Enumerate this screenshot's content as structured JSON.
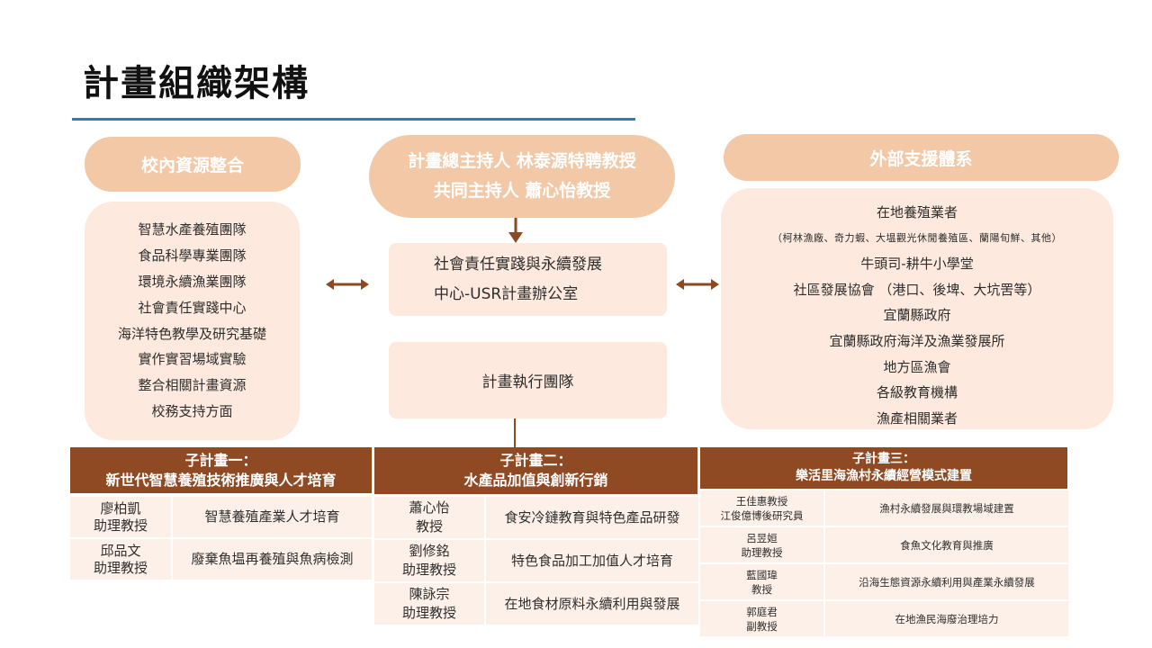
{
  "title": "計畫組織架構",
  "left": {
    "header": "校內資源整合",
    "items": [
      "智慧水產養殖團隊",
      "食品科學專業團隊",
      "環境永續漁業團隊",
      "社會責任實踐中心",
      "海洋特色教學及研究基礎",
      "實作實習場域實驗",
      "整合相關計畫資源",
      "校務支持方面"
    ]
  },
  "center": {
    "leader_line1": "計畫總主持人 林泰源特聘教授",
    "leader_line2": "共同主持人 蕭心怡教授",
    "office_line1": "社會責任實踐與永續發展",
    "office_line2": "中心-USR計畫辦公室",
    "team": "計畫執行團隊"
  },
  "right": {
    "header": "外部支援體系",
    "items": [
      "在地養殖業者",
      "（柯林漁廠、奇力蝦、大塭觀光休閒養殖區、蘭陽旬鮮、其他）",
      "牛頭司-耕牛小學堂",
      "社區發展協會 （港口、後埤、大坑罟等）",
      "宜蘭縣政府",
      "宜蘭縣政府海洋及漁業發展所",
      "地方區漁會",
      "各級教育機構",
      "漁產相關業者"
    ]
  },
  "sub1": {
    "header_line1": "子計畫一：",
    "header_line2": "新世代智慧養殖技術推廣與人才培育",
    "rows": [
      {
        "name": "廖柏凱",
        "title": "助理教授",
        "topic": "智慧養殖產業人才培育"
      },
      {
        "name": "邱品文",
        "title": "助理教授",
        "topic": "廢棄魚塭再養殖與魚病檢測"
      }
    ]
  },
  "sub2": {
    "header_line1": "子計畫二：",
    "header_line2": "水產品加值與創新行銷",
    "rows": [
      {
        "name": "蕭心怡",
        "title": "教授",
        "topic": "食安冷鏈教育與特色產品研發"
      },
      {
        "name": "劉修銘",
        "title": "助理教授",
        "topic": "特色食品加工加值人才培育"
      },
      {
        "name": "陳詠宗",
        "title": "助理教授",
        "topic": "在地食材原料永續利用與發展"
      }
    ]
  },
  "sub3": {
    "header_line1": "子計畫三：",
    "header_line2": "樂活里海漁村永續經營模式建置",
    "rows": [
      {
        "name": "王佳惠教授",
        "title": "江俊億博後研究員",
        "topic": "漁村永續發展與環教場域建置"
      },
      {
        "name": "呂昱姮",
        "title": "助理教授",
        "topic": "食魚文化教育與推廣"
      },
      {
        "name": "藍國瑋",
        "title": "教授",
        "topic": "沿海生態資源永續利用與產業永續發展"
      },
      {
        "name": "郭庭君",
        "title": "副教授",
        "topic": "在地漁民海廢治理培力"
      }
    ]
  }
}
